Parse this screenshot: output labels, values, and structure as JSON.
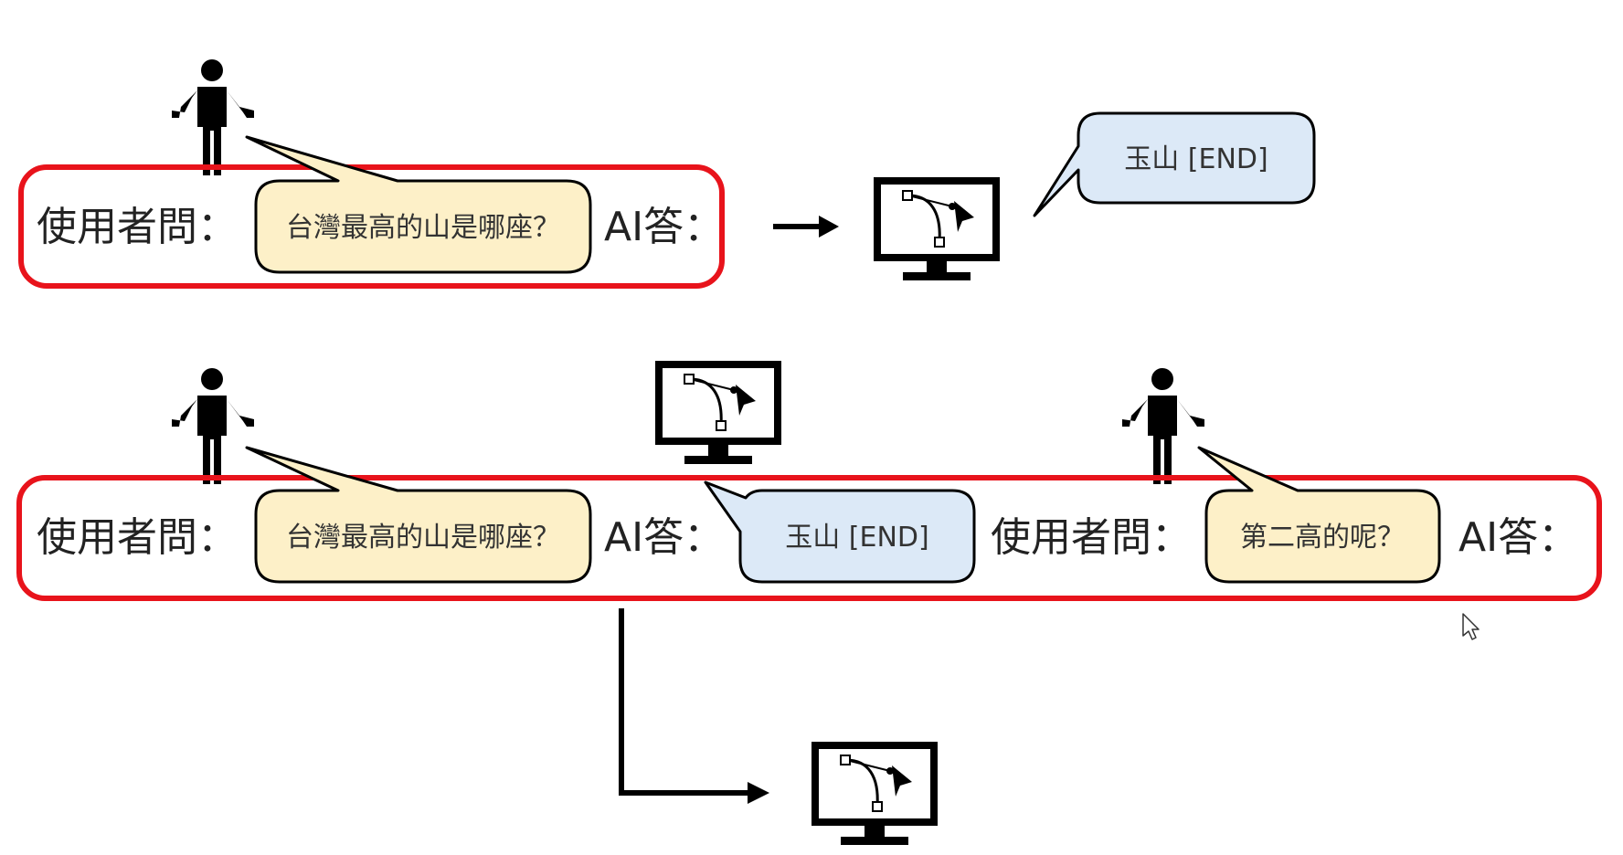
{
  "colors": {
    "frame_red": "#e8131b",
    "user_bubble_fill": "#fdf0c8",
    "ai_bubble_fill": "#dce9f7",
    "outline": "#000000",
    "text": "#222222"
  },
  "icons": {
    "person": "person-icon",
    "computer": "computer-icon",
    "arrow": "arrow-icon",
    "cursor": "mouse-cursor-icon"
  },
  "row1": {
    "user_label": "使用者問：",
    "user_bubble": "台灣最高的山是哪座？",
    "ai_label": "AI答：",
    "output_bubble": "玉山 [END]"
  },
  "row2": {
    "user_label_1": "使用者問：",
    "user_bubble_1": "台灣最高的山是哪座？",
    "ai_label_1": "AI答：",
    "ai_bubble": "玉山 [END]",
    "user_label_2": "使用者問：",
    "user_bubble_2": "第二高的呢？",
    "ai_label_2": "AI答："
  }
}
